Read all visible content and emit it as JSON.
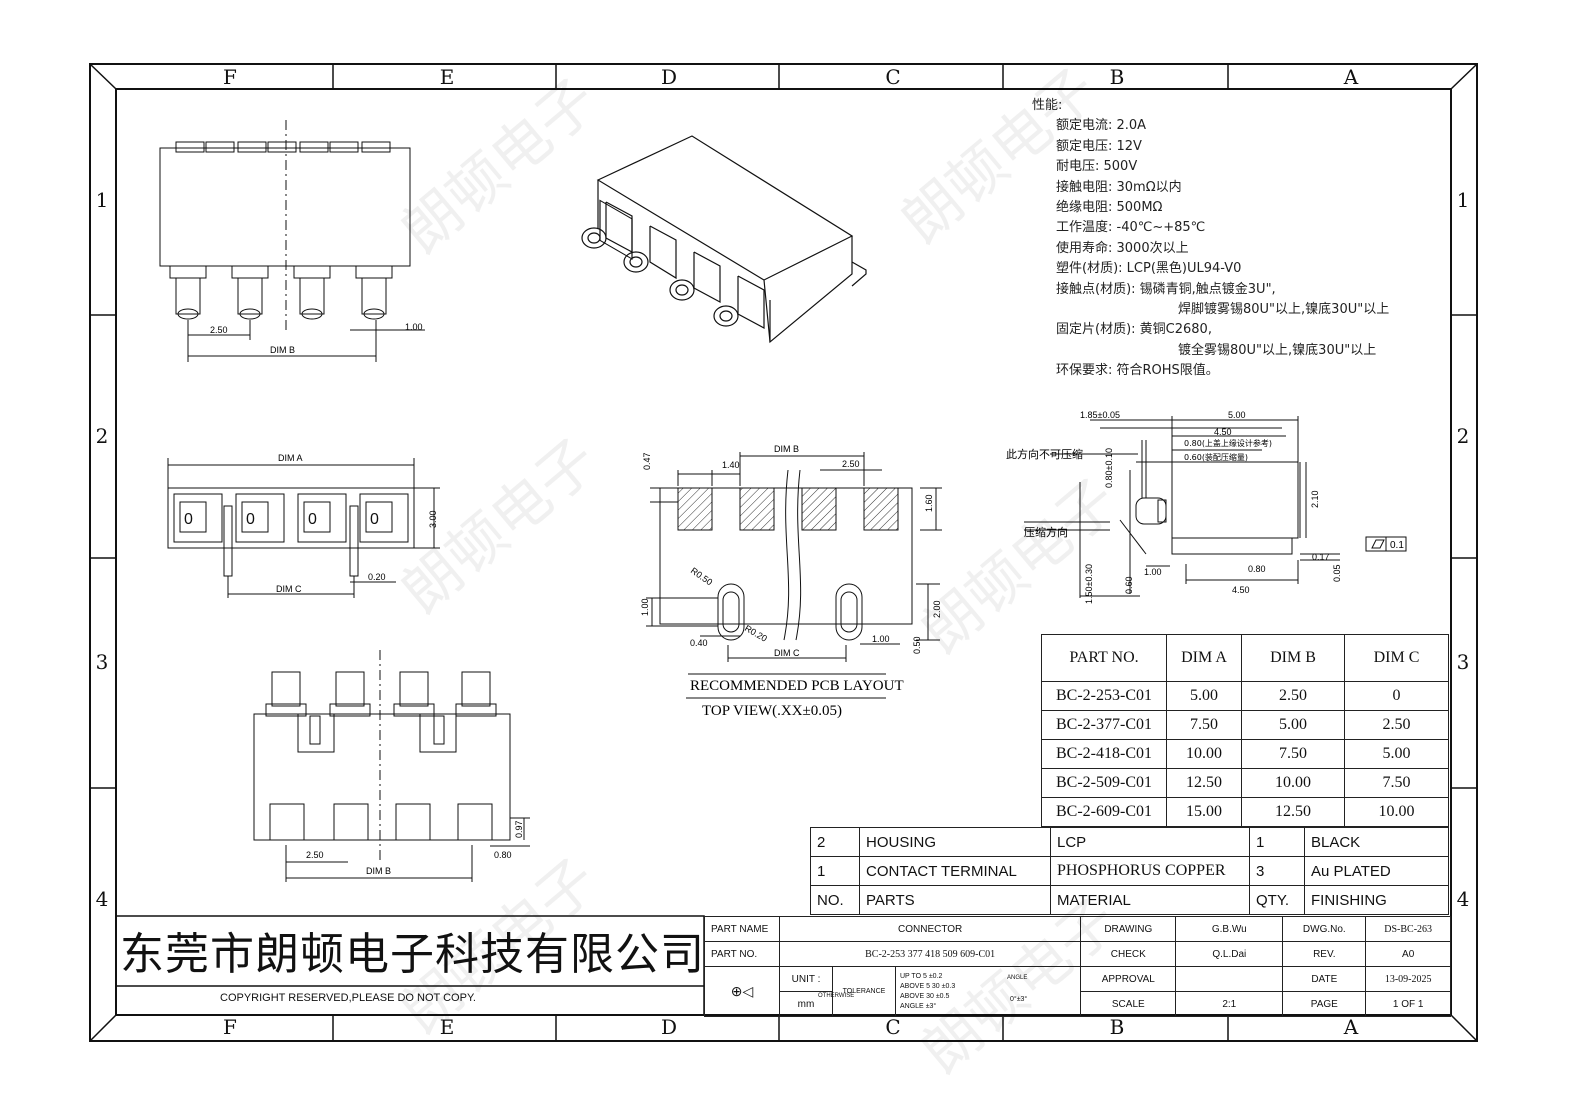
{
  "zones": {
    "columns": [
      "F",
      "E",
      "D",
      "C",
      "B",
      "A"
    ],
    "rows": [
      "1",
      "2",
      "3",
      "4"
    ]
  },
  "specs": {
    "heading": "性能:",
    "lines": [
      "额定电流: 2.0A",
      "额定电压: 12V",
      "耐电压: 500V",
      "接触电阻: 30mΩ以内",
      "绝缘电阻: 500MΩ",
      "工作温度: -40℃~+85℃",
      "使用寿命: 3000次以上",
      "塑件(材质): LCP(黑色)UL94-V0",
      "接触点(材质): 锡磷青铜,触点镀金3U\",",
      "焊脚镀雾锡80U\"以上,镍底30U\"以上",
      "固定片(材质): 黄铜C2680,",
      "镀全雾锡80U\"以上,镍底30U\"以上",
      "环保要求: 符合ROHS限值。"
    ]
  },
  "dims": {
    "front": {
      "pitch": "2.50",
      "pin": "1.00",
      "span": "DIM B"
    },
    "top": {
      "width": "DIM A",
      "height": "3.00",
      "pin": "0.20",
      "span": "DIM C"
    },
    "bottom": {
      "pitch": "2.50",
      "pad": "0.80",
      "height": "0.97",
      "span": "DIM B"
    },
    "pcb": {
      "dimb": "DIM B",
      "pitch1": "1.40",
      "pitch2": "2.50",
      "h1": "0.47",
      "h2": "1.60",
      "r1": "R0.50",
      "r2": "R0.20",
      "w1": "1.00",
      "w2": "0.40",
      "w3": "1.00",
      "h3": "2.00",
      "h4": "0.50",
      "dimc": "DIM C",
      "title": "RECOMMENDED PCB LAYOUT",
      "subtitle": "TOP VIEW(.XX±0.05)"
    },
    "side": {
      "d1": "1.85±0.05",
      "d2": "5.00",
      "d3": "4.50",
      "d4": "0.80(上盖上缘设计参考)",
      "d5": "0.60(装配压缩量)",
      "label1": "此方向不可压缩",
      "label2": "压缩方向",
      "d6": "0.80±0.10",
      "d7": "2.10",
      "d8": "0.17",
      "d9": "0.05",
      "d10": "0.80",
      "d11": "4.50",
      "d12": "1.00",
      "d13": "0.60",
      "d14": "1.50±0.30",
      "flat": "0.1"
    }
  },
  "part_table": {
    "headers": [
      "PART NO.",
      "DIM A",
      "DIM B",
      "DIM C"
    ],
    "rows": [
      [
        "BC-2-253-C01",
        "5.00",
        "2.50",
        "0"
      ],
      [
        "BC-2-377-C01",
        "7.50",
        "5.00",
        "2.50"
      ],
      [
        "BC-2-418-C01",
        "10.00",
        "7.50",
        "5.00"
      ],
      [
        "BC-2-509-C01",
        "12.50",
        "10.00",
        "7.50"
      ],
      [
        "BC-2-609-C01",
        "15.00",
        "12.50",
        "10.00"
      ]
    ]
  },
  "bom": {
    "rows": [
      [
        "2",
        "HOUSING",
        "LCP",
        "1",
        "BLACK"
      ],
      [
        "1",
        "CONTACT TERMINAL",
        "PHOSPHORUS COPPER",
        "3",
        "Au PLATED"
      ],
      [
        "NO.",
        "PARTS",
        "MATERIAL",
        "QTY.",
        "FINISHING"
      ]
    ]
  },
  "title_block": {
    "company": "东莞市朗顿电子科技有限公司",
    "copyright": "COPYRIGHT RESERVED,PLEASE DO NOT COPY.",
    "part_name_label": "PART NAME",
    "part_name": "CONNECTOR",
    "part_no_label": "PART NO.",
    "part_no": "BC-2-253 377 418 509 609-C01",
    "unit_label": "UNIT :",
    "unit": "mm",
    "tolerance_label": "TOLERANCE",
    "otherwise_label": "OTHERWISE",
    "tol_rows": [
      [
        "UP TO 5",
        "±0.2"
      ],
      [
        "ABOVE 5 30",
        "±0.3"
      ],
      [
        "ABOVE 30",
        "±0.5"
      ],
      [
        "ANGLE",
        "±3°"
      ]
    ],
    "angle_label": "ANGLE",
    "angle_tol": "0°±3°",
    "drawing_label": "DRAWING",
    "drawing": "G.B.Wu",
    "check_label": "CHECK",
    "check": "Q.L.Dai",
    "approval_label": "APPROVAL",
    "scale_label": "SCALE",
    "scale": "2:1",
    "dwg_label": "DWG.No.",
    "dwg": "DS-BC-263",
    "rev_label": "REV.",
    "rev": "A0",
    "date_label": "DATE",
    "date": "13-09-2025",
    "page_label": "PAGE",
    "page": "1 OF 1"
  },
  "watermark": "朗顿电子"
}
